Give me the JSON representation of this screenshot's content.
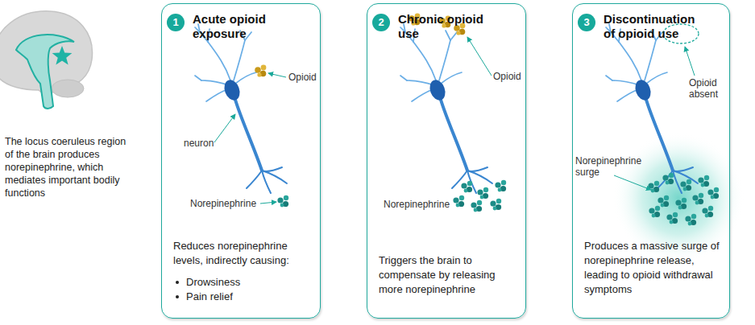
{
  "diagram": {
    "nodes": [
      {
        "text": [
          "Acute opioid exposure",
          "Reduces norepinephrine levels, indirectly causing:",
          "Drowsiness",
          "Pain relief"
        ]
      },
      {
        "text": [
          "1"
        ],
        "in": 0
      },
      {
        "text": [
          "Chronic opioid use",
          "Triggers the brain to compensate by releasing more norepinephrine"
        ]
      },
      {
        "text": [
          "2"
        ],
        "in": 2
      },
      {
        "text": [
          "Discontinuation of opioid use",
          "Produces a massive surge of norepinephrine release, leading to opioid withdrawal symptoms"
        ]
      },
      {
        "text": [
          "3"
        ],
        "in": 4
      }
    ],
    "labels": [
      "The locus coeruleus region of the brain produces norepinephrine, which mediates important bodily functions",
      "neuron",
      "Opioid",
      "Norepinephrine",
      "Opioid",
      "Norepinephrine",
      "Opioid absent",
      "Norepinephrine surge"
    ]
  }
}
